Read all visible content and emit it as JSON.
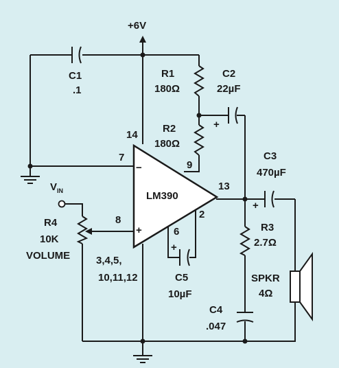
{
  "supply": {
    "label": "+6V"
  },
  "ic": {
    "name": "LM390",
    "pins": {
      "p14": "14",
      "p7": "7",
      "p9": "9",
      "p13": "13",
      "p8": "8",
      "p6": "6",
      "p2": "2",
      "minus": "−",
      "plus": "+"
    },
    "ground_pins_line1": "3,4,5,",
    "ground_pins_line2": "10,11,12"
  },
  "input": {
    "label": "V",
    "subscript": "IN"
  },
  "components": {
    "c1": {
      "ref": "C1",
      "value": ".1"
    },
    "r1": {
      "ref": "R1",
      "value": "180Ω"
    },
    "c2": {
      "ref": "C2",
      "value": "22µF",
      "polarity": "+"
    },
    "r2": {
      "ref": "R2",
      "value": "180Ω"
    },
    "c3": {
      "ref": "C3",
      "value": "470µF",
      "polarity": "+"
    },
    "r4": {
      "ref": "R4",
      "value": "10K",
      "function": "VOLUME"
    },
    "r3": {
      "ref": "R3",
      "value": "2.7Ω"
    },
    "c5": {
      "ref": "C5",
      "value": "10µF",
      "polarity": "+"
    },
    "c4": {
      "ref": "C4",
      "value": ".047"
    },
    "spkr": {
      "ref": "SPKR",
      "value": "4Ω"
    }
  },
  "colors": {
    "background": "#d9eef1",
    "ink": "#1a1a1a"
  }
}
